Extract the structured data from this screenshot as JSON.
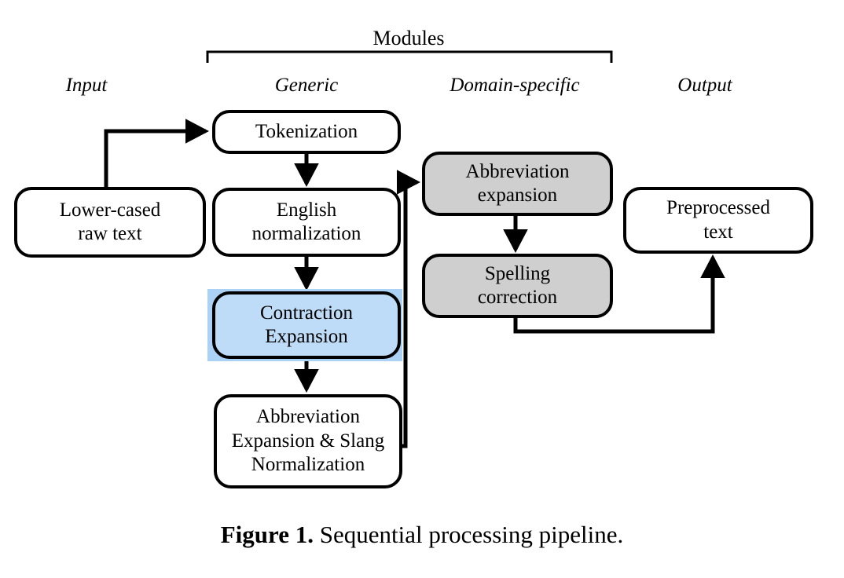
{
  "figure": {
    "caption_label": "Figure 1.",
    "caption_text": " Sequential processing pipeline."
  },
  "group_bracket": {
    "label": "Modules"
  },
  "columns": [
    {
      "id": "input",
      "label": "Input"
    },
    {
      "id": "generic",
      "label": "Generic"
    },
    {
      "id": "domain-specific",
      "label": "Domain-specific"
    },
    {
      "id": "output",
      "label": "Output"
    }
  ],
  "nodes": [
    {
      "id": "lower-cased-raw-text",
      "label": "Lower-cased\nraw text",
      "line1": "Lower-cased",
      "line2": "raw text",
      "style": "plain",
      "column": "input"
    },
    {
      "id": "tokenization",
      "label": "Tokenization",
      "line1": "Tokenization",
      "line2": "",
      "style": "plain",
      "column": "generic"
    },
    {
      "id": "english-normalization",
      "label": "English\nnormalization",
      "line1": "English",
      "line2": "normalization",
      "style": "plain",
      "column": "generic"
    },
    {
      "id": "contraction-expansion",
      "label": "Contraction\nExpansion",
      "line1": "Contraction",
      "line2": "Expansion",
      "style": "highlighted-blue",
      "column": "generic"
    },
    {
      "id": "abbreviation-expansion-slang-normalization",
      "label": "Abbreviation\nExpansion & Slang\nNormalization",
      "line1": "Abbreviation",
      "line2": "Expansion & Slang",
      "line3": "Normalization",
      "style": "plain",
      "column": "generic"
    },
    {
      "id": "abbreviation-expansion",
      "label": "Abbreviation\nexpansion",
      "line1": "Abbreviation",
      "line2": "expansion",
      "style": "gray",
      "column": "domain-specific"
    },
    {
      "id": "spelling-correction",
      "label": "Spelling\ncorrection",
      "line1": "Spelling",
      "line2": "correction",
      "style": "gray",
      "column": "domain-specific"
    },
    {
      "id": "preprocessed-text",
      "label": "Preprocessed\ntext",
      "line1": "Preprocessed",
      "line2": "text",
      "style": "plain",
      "column": "output"
    }
  ],
  "edges": [
    {
      "from": "lower-cased-raw-text",
      "to": "tokenization"
    },
    {
      "from": "tokenization",
      "to": "english-normalization"
    },
    {
      "from": "english-normalization",
      "to": "contraction-expansion"
    },
    {
      "from": "contraction-expansion",
      "to": "abbreviation-expansion-slang-normalization"
    },
    {
      "from": "abbreviation-expansion-slang-normalization",
      "to": "abbreviation-expansion"
    },
    {
      "from": "abbreviation-expansion",
      "to": "spelling-correction"
    },
    {
      "from": "spelling-correction",
      "to": "preprocessed-text"
    }
  ],
  "colors": {
    "stroke": "#000000",
    "background": "#ffffff",
    "gray_fill": "#cfcfcf",
    "blue_fill": "#bedcf7",
    "blue_highlight": "#abd2f5"
  }
}
